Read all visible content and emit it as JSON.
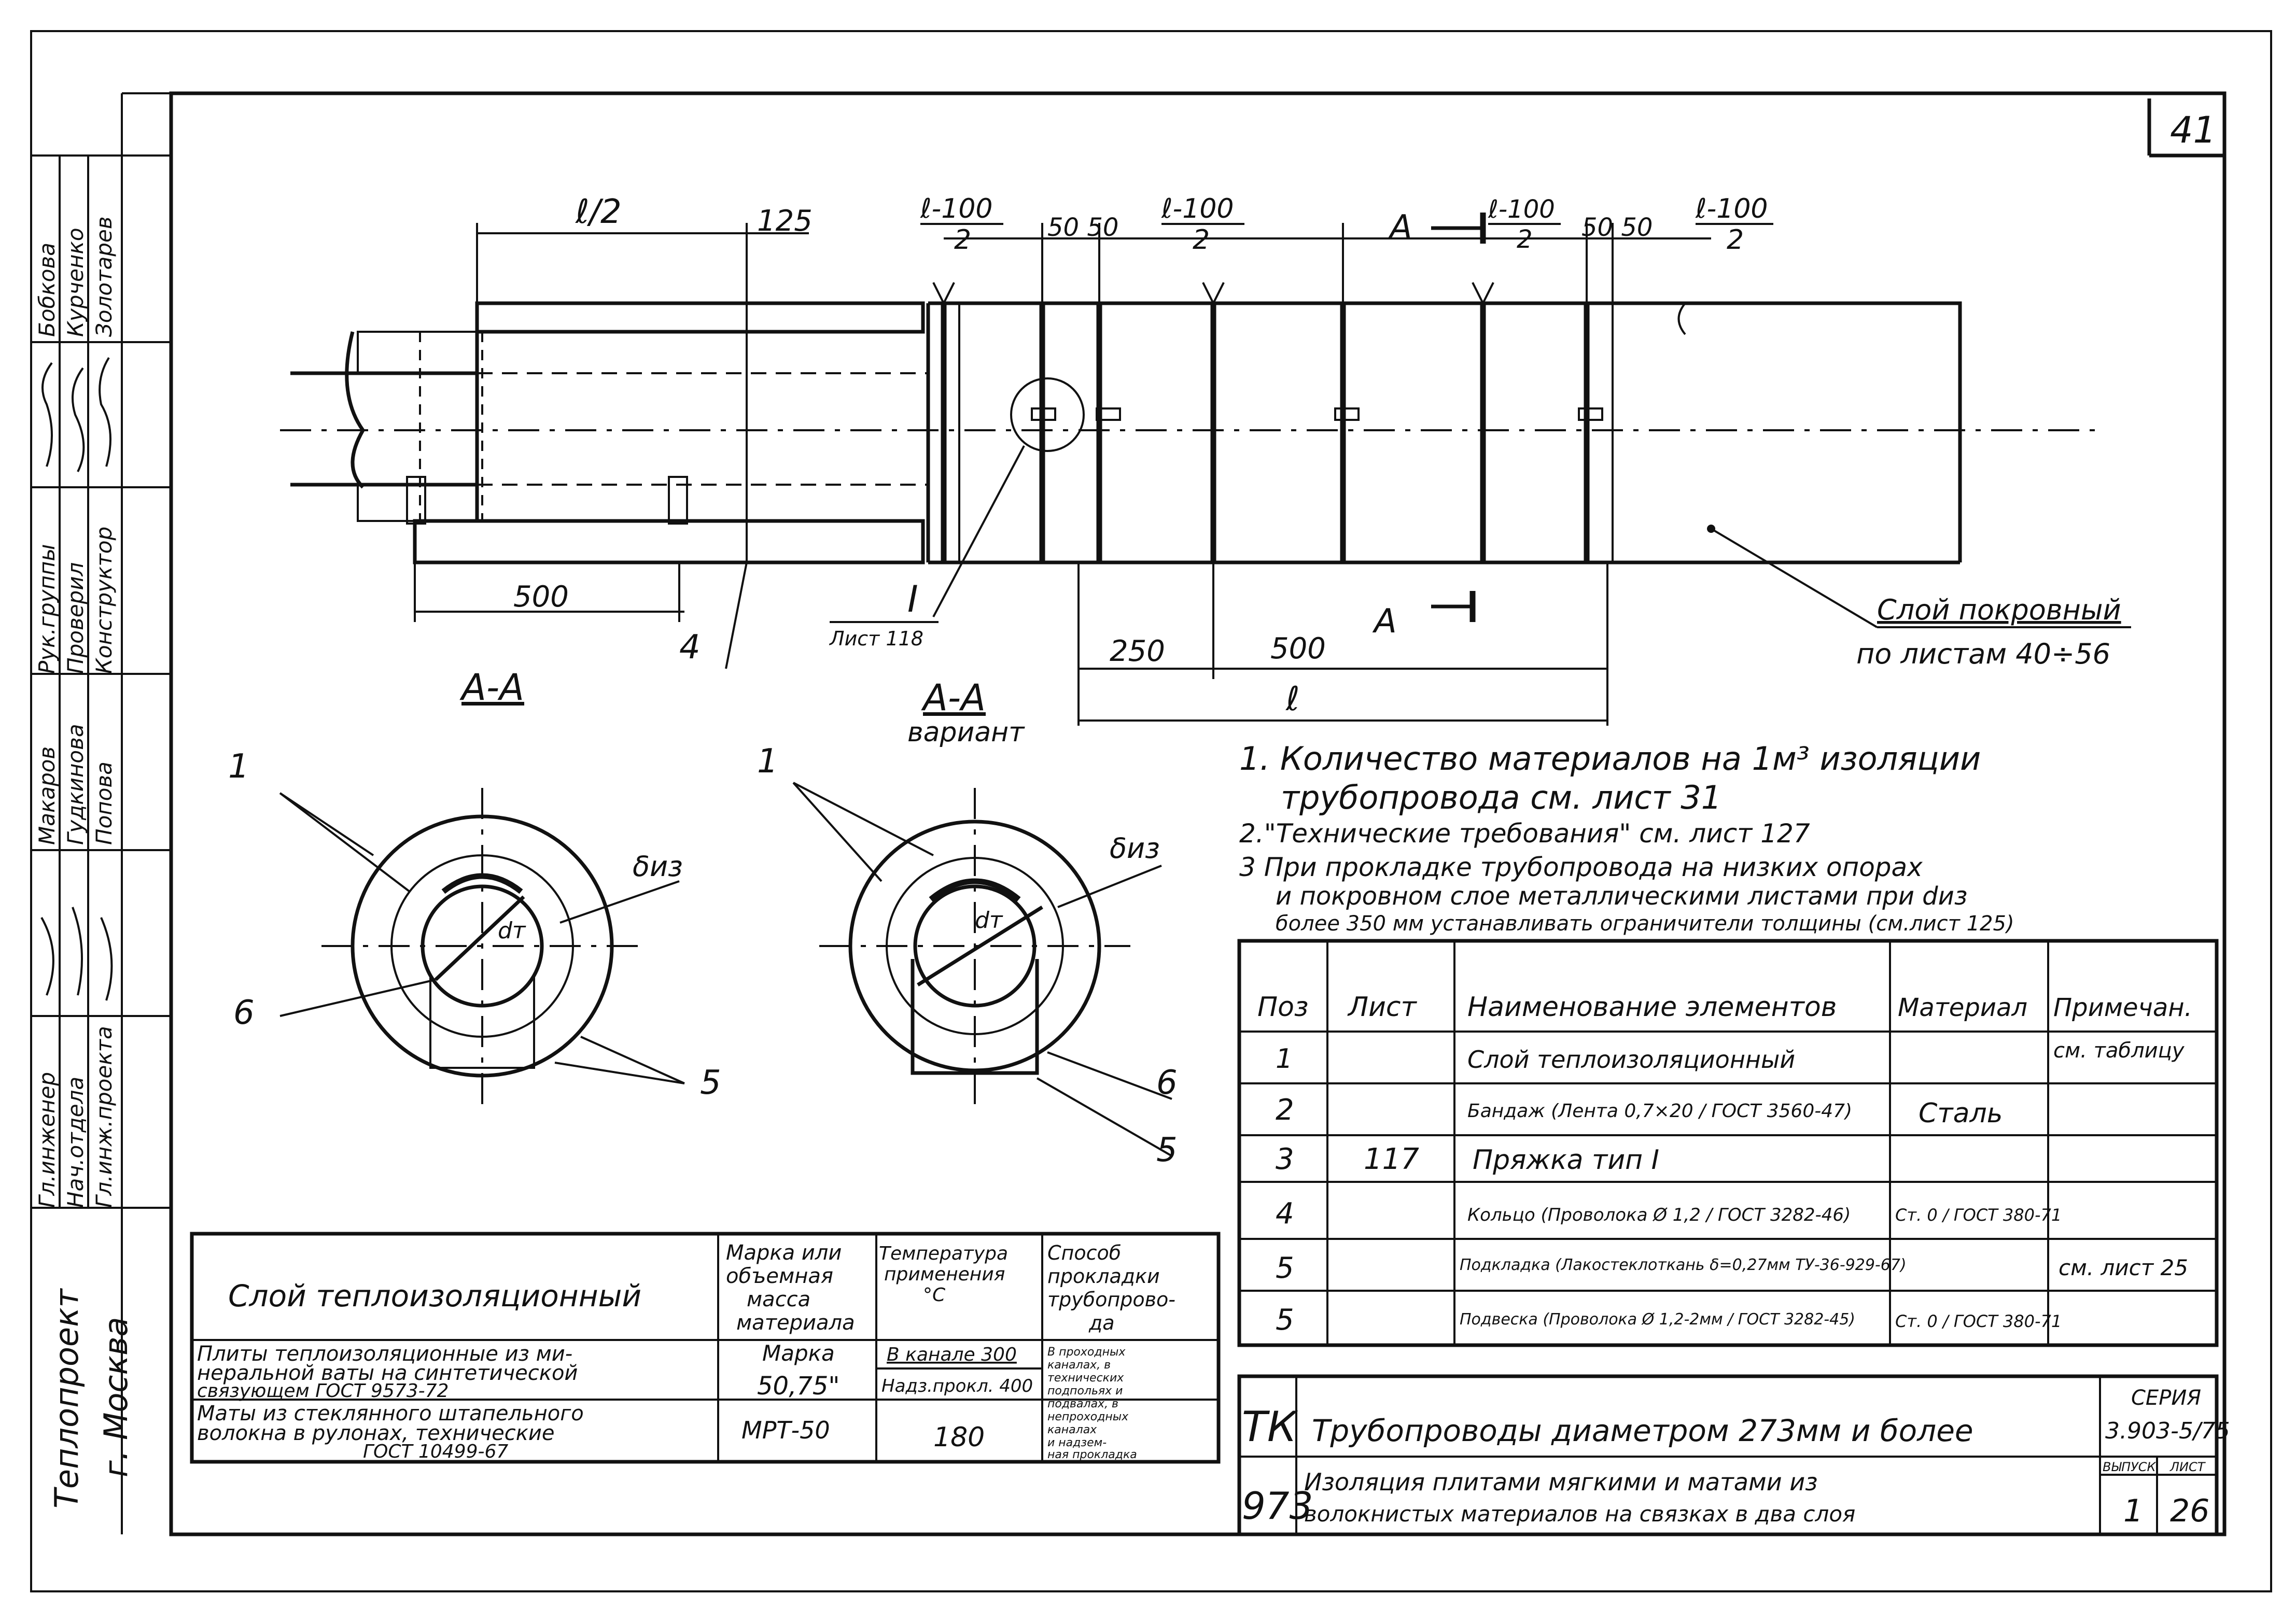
{
  "sheet": {
    "page_number": "41",
    "organization_line1": "Теплопроект",
    "organization_line2": "г. Москва"
  },
  "side_stamp": {
    "roles": [
      "Гл.инженер",
      "Нач.отдела",
      "Гл.инж.проекта",
      "Рук.группы",
      "Проверил",
      "Конструктор"
    ],
    "names_left": [
      "Макаров",
      "Гудкинова",
      "Попова"
    ],
    "names_right": [
      "Бобкова",
      "Курченко",
      "Золотарев"
    ]
  },
  "drawing": {
    "dim_l_half": "ℓ/2",
    "dim_125": "125",
    "dim_l100_num": "ℓ-100",
    "dim_l100_den": "2",
    "dim_5050": "50 50",
    "dim_500_left": "500",
    "dim_250": "250",
    "dim_500_right": "500",
    "dim_l": "ℓ",
    "section_A": "А",
    "section_AA": "А-А",
    "section_BB": "А-А",
    "variant": "вариант",
    "callout_I": "I",
    "callout_sheet": "Лист 118",
    "callout_4": "4",
    "cover_layer_line1": "Слой покровный",
    "cover_layer_line2": "по листам 40÷56",
    "label_1a": "1",
    "label_1b": "1",
    "label_6a": "6",
    "label_6b": "6",
    "label_5a": "5",
    "label_5b": "5",
    "label_diz_a": "δиз",
    "label_diz_b": "δиз",
    "label_dt_a": "dт",
    "label_dt_b": "dт"
  },
  "notes": [
    "1. Количество материалов на 1м³ изоляции",
    "трубопровода см. лист 31",
    "2.\"Технические требования\"  см. лист 127",
    "3  При прокладке трубопровода на низких опорах",
    "и покровном слое  металлическими листами при dиз",
    "более 350 мм устанавливать ограничители толщины (см.лист 125)"
  ],
  "spec_table": {
    "headers": [
      "Поз",
      "Лист",
      "Наименование элементов",
      "Материал",
      "Примечан."
    ],
    "rows": [
      [
        "1",
        "",
        "Слой теплоизоляционный",
        "",
        "см. таблицу"
      ],
      [
        "2",
        "",
        "Бандаж (Лента 0,7×20 / ГОСТ 3560-47)",
        "Сталь",
        ""
      ],
      [
        "3",
        "117",
        "Пряжка тип I",
        "",
        ""
      ],
      [
        "4",
        "",
        "Кольцо (Проволока Ø 1,2 / ГОСТ 3282-46)",
        "Ст. 0 / ГОСТ 380-71",
        ""
      ],
      [
        "5",
        "",
        "Подкладка (Лакостеклоткань δ=0,27мм ТУ-36-929-67)",
        "",
        "см. лист 25"
      ],
      [
        "5",
        "",
        "Подвеска (Проволока Ø 1,2-2мм / ГОСТ 3282-45)",
        "Ст. 0 / ГОСТ 380-71",
        ""
      ]
    ]
  },
  "layer_table": {
    "header_layer": "Слой теплоизоляционный",
    "header_mark": [
      "Марка или",
      "объемная",
      "масса",
      "материала"
    ],
    "header_temp": [
      "Температура",
      "применения",
      "°С"
    ],
    "header_method": [
      "Способ",
      "прокладки",
      "трубопрово-",
      "да"
    ],
    "row1_layer": [
      "Плиты теплоизоляционные из ми-",
      "неральной ваты на синтетической",
      "связующем  ГОСТ 9573-72"
    ],
    "row1_mark": [
      "Марка",
      "50,75\""
    ],
    "row1_temp": [
      "В канале 300",
      "Надз.прокл. 400"
    ],
    "row1_method": [
      "В проходных",
      "каналах, в",
      "технических",
      "подпольях и",
      "подвалах, в",
      "непроходных",
      "каналах",
      "и надзем-",
      "ная прокладка"
    ],
    "row2_layer": [
      "Маты из стеклянного штапельного",
      "волокна в рулонах, технические",
      "ГОСТ 10499-67"
    ],
    "row2_mark": "МРТ-50",
    "row2_temp": "180"
  },
  "title_block": {
    "code_top": "ТК",
    "code_bottom": "973",
    "title_line1": "Трубопроводы диаметром 273мм и более",
    "title_line2": "Изоляция плитами мягкими и матами из",
    "title_line3": "волокнистых материалов на связках в два слоя",
    "series_label": "СЕРИЯ",
    "series_value": "3.903-5/75",
    "issue_label": "ВЫПУСК",
    "issue_value": "1",
    "sheet_label": "ЛИСТ",
    "sheet_value": "26"
  }
}
